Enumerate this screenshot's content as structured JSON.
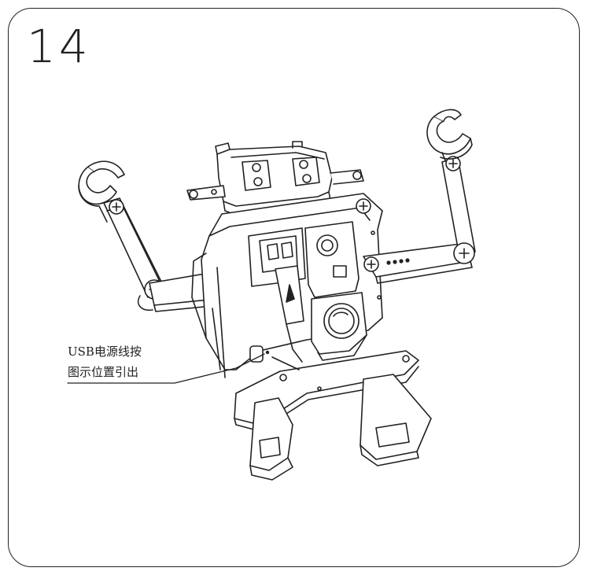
{
  "step": {
    "number": "14"
  },
  "callout": {
    "line1": "USB电源线按",
    "line2": "图示位置引出"
  },
  "colors": {
    "ink": "#222222",
    "paper": "#ffffff"
  }
}
